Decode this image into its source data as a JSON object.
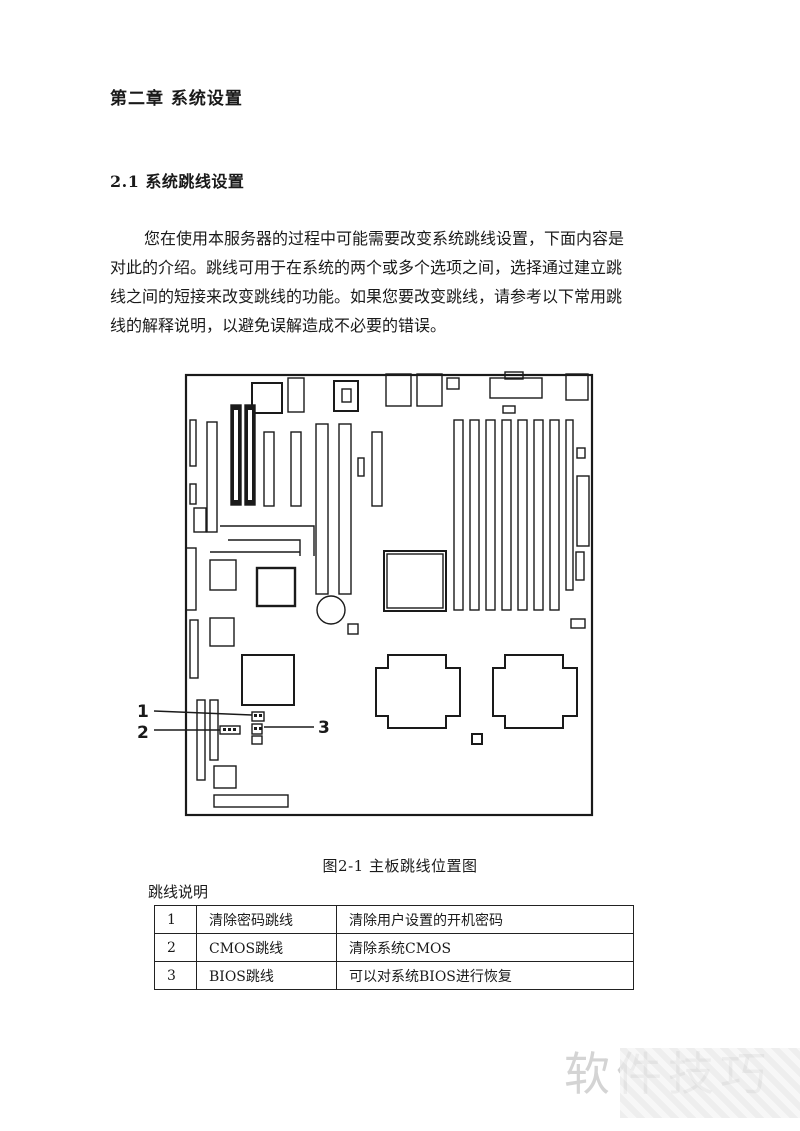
{
  "chapter_title": "第二章  系统设置",
  "section_title": "2.1 系统跳线设置",
  "paragraph_lines": [
    "您在使用本服务器的过程中可能需要改变系统跳线设置，下面内容是",
    "对此的介绍。跳线可用于在系统的两个或多个选项之间，选择通过建立跳",
    "线之间的短接来改变跳线的功能。如果您要改变跳线，请参考以下常用跳",
    "线的解释说明，以避免误解造成不必要的错误。"
  ],
  "figure": {
    "callouts": [
      "1",
      "2",
      "3"
    ],
    "caption": "图2-1  主板跳线位置图"
  },
  "table_title": "跳线说明",
  "jumper_table": [
    [
      "1",
      "清除密码跳线",
      "清除用户设置的开机密码"
    ],
    [
      "2",
      "CMOS跳线",
      "清除系统CMOS"
    ],
    [
      "3",
      "BIOS跳线",
      "可以对系统BIOS进行恢复"
    ]
  ],
  "watermark": "软件技巧"
}
